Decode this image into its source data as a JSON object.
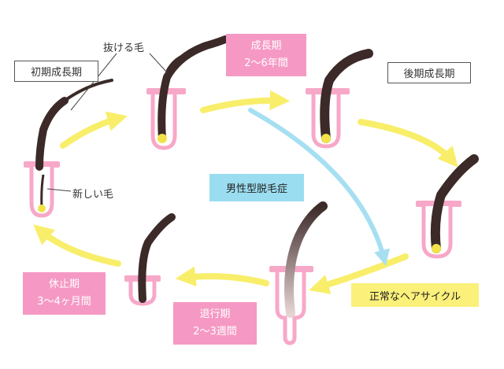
{
  "diagram": {
    "nodes": {
      "early_anagen": "初期成長期",
      "anagen": {
        "line1": "成長期",
        "line2": "2〜6年間"
      },
      "late_anagen": "後期成長期",
      "catagen": {
        "line1": "退行期",
        "line2": "2〜3週間"
      },
      "telogen": {
        "line1": "休止期",
        "line2": "3〜4ヶ月間"
      }
    },
    "annotations": {
      "shedding_hair": "抜ける毛",
      "new_hair": "新しい毛"
    },
    "paths": {
      "male_pattern_baldness": "男性型脱毛症",
      "normal_hair_cycle": "正常なヘアサイクル"
    },
    "colors": {
      "cycle_arrow": "#f8ee6a",
      "baldness_arrow": "#a6dff2",
      "label_pink": "#f599c4",
      "follicle_pink": "#f7a8c8",
      "hair_brown": "#3b2a28",
      "bulb_yellow": "#f2e24a"
    }
  }
}
